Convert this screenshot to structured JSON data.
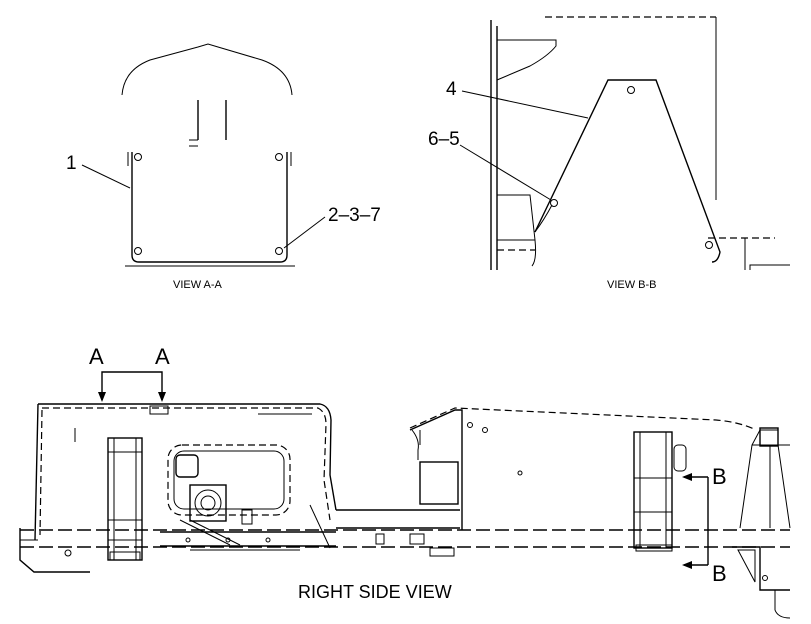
{
  "callouts": {
    "c1": "1",
    "c237": "2–3–7",
    "c4": "4",
    "c65": "6–5"
  },
  "captions": {
    "view_aa": "VIEW A-A",
    "view_bb": "VIEW B-B",
    "right_side": "RIGHT SIDE VIEW"
  },
  "section_markers": {
    "a_left": "A",
    "a_right": "A",
    "b_top": "B",
    "b_bottom": "B"
  }
}
